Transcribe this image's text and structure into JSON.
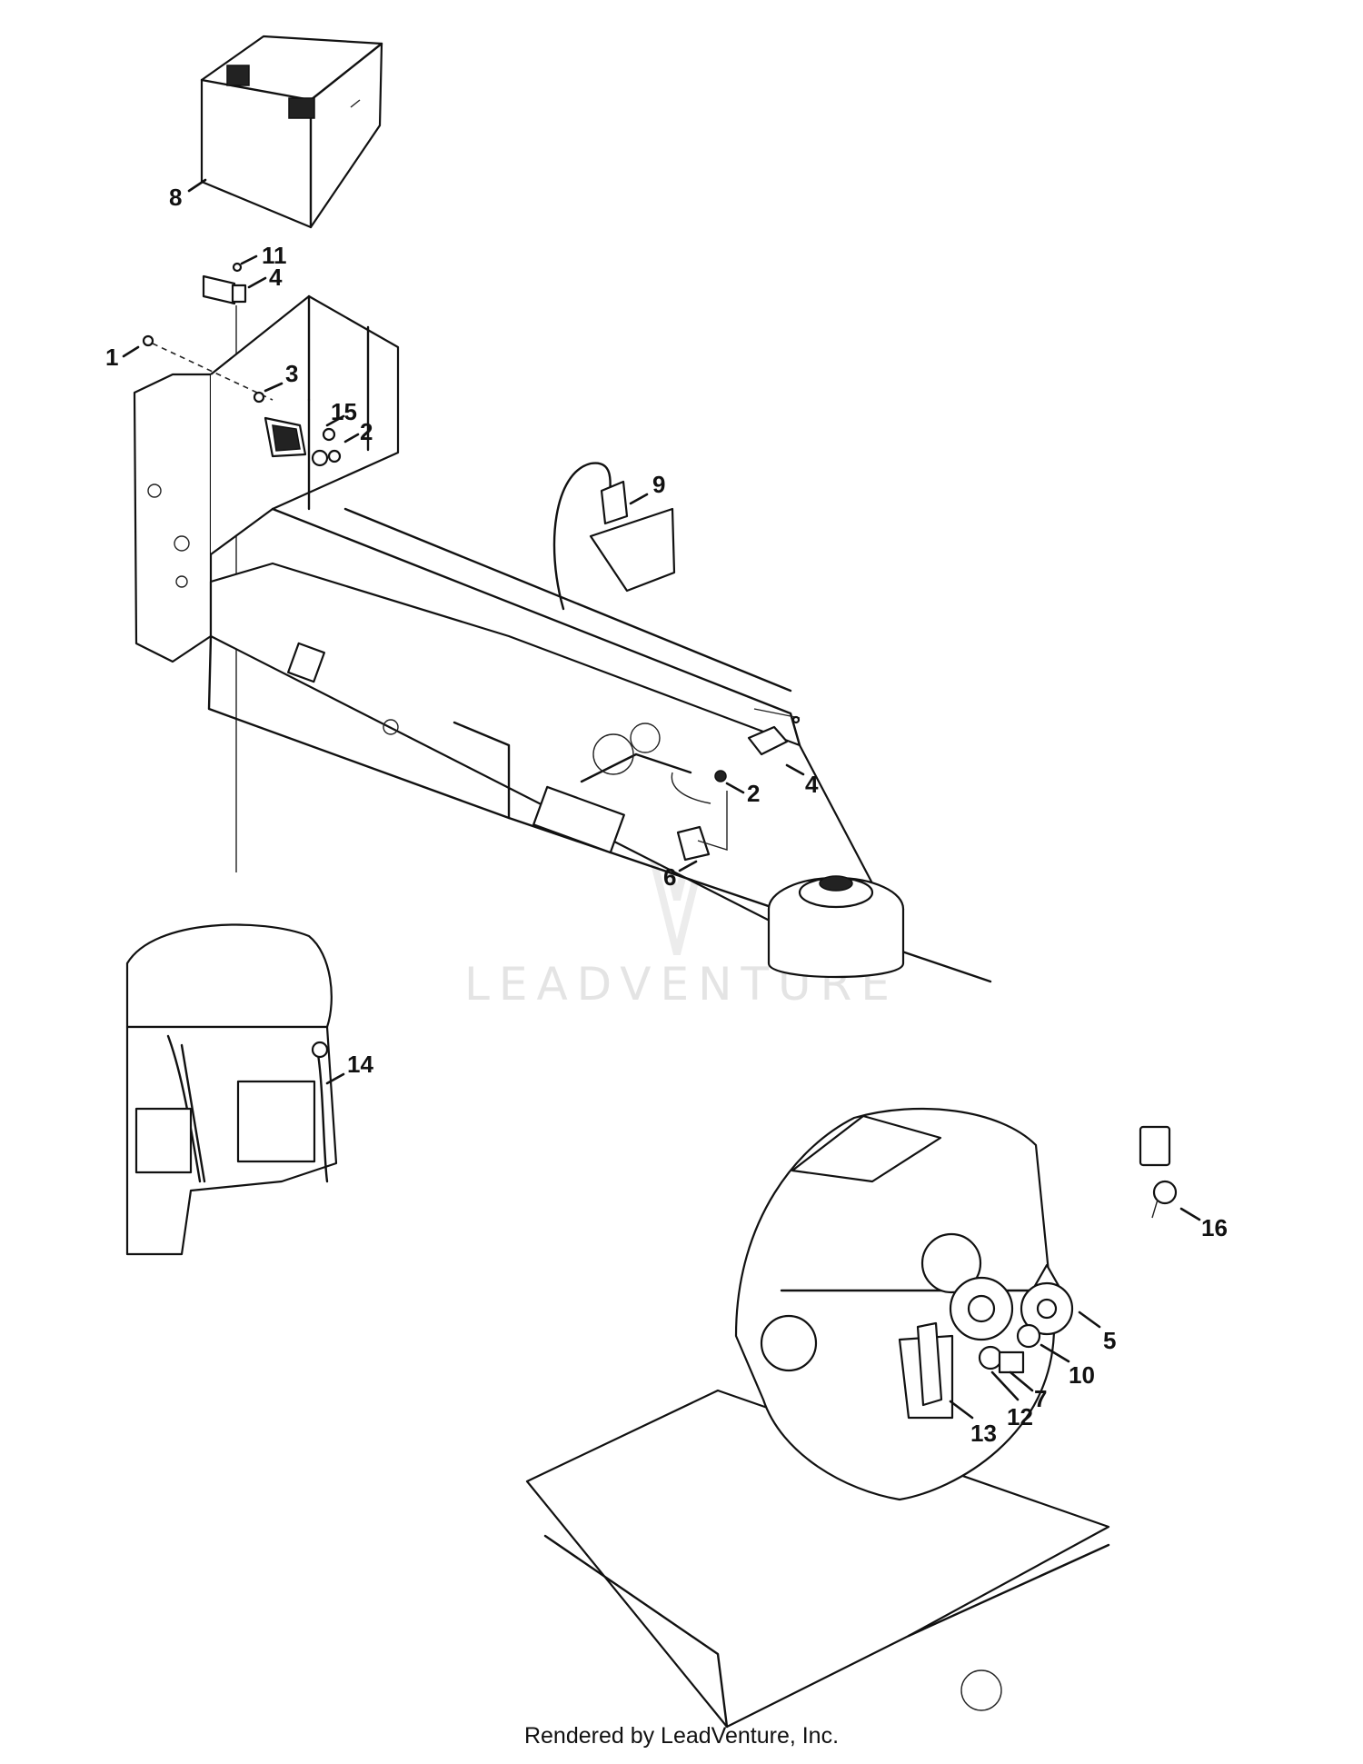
{
  "watermark": "LEADVENTURE",
  "footer": "Rendered by LeadVenture, Inc.",
  "callouts": [
    {
      "id": "8",
      "text": "8"
    },
    {
      "id": "11",
      "text": "11"
    },
    {
      "id": "4a",
      "text": "4"
    },
    {
      "id": "1",
      "text": "1"
    },
    {
      "id": "3",
      "text": "3"
    },
    {
      "id": "15",
      "text": "15"
    },
    {
      "id": "2a",
      "text": "2"
    },
    {
      "id": "9",
      "text": "9"
    },
    {
      "id": "4b",
      "text": "4"
    },
    {
      "id": "2b",
      "text": "2"
    },
    {
      "id": "6",
      "text": "6"
    },
    {
      "id": "14",
      "text": "14"
    },
    {
      "id": "16",
      "text": "16"
    },
    {
      "id": "5",
      "text": "5"
    },
    {
      "id": "10",
      "text": "10"
    },
    {
      "id": "7",
      "text": "7"
    },
    {
      "id": "12",
      "text": "12"
    },
    {
      "id": "13",
      "text": "13"
    }
  ],
  "icons": {
    "battery": "battery-icon",
    "ignition_key": "key-icon",
    "warning_symbol": "warning-triangle-icon"
  }
}
